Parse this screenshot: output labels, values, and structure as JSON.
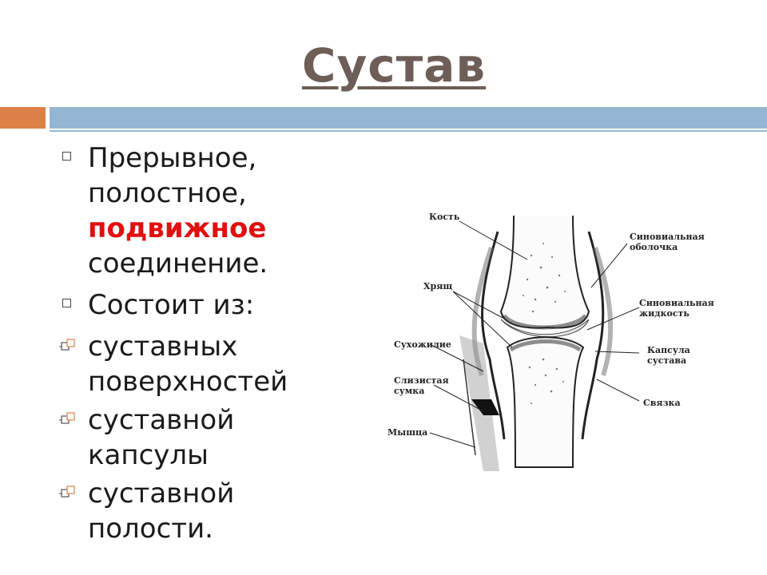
{
  "title": "Сустав",
  "bullets": [
    {
      "parts": [
        "Прерывное, полостное, ",
        "подвижное",
        " соединение."
      ]
    },
    {
      "text": "Состоит из:"
    }
  ],
  "sub_bullets": [
    {
      "text": "суставных поверхностей"
    },
    {
      "text": "суставной капсулы"
    },
    {
      "text": "суставной полости."
    }
  ],
  "diagram_labels": {
    "bone": "Кость",
    "cartilage": "Хрящ",
    "tendon": "Сухожилие",
    "bursa": "Слизистая сумка",
    "muscle": "Мышца",
    "synovial_membrane": "Синовиальная оболочка",
    "synovial_fluid": "Синовиальная жидкость",
    "capsule": "Капсула сустава",
    "ligament": "Связка"
  },
  "colors": {
    "accent_orange": "#dd8047",
    "accent_blue": "#94b6d2",
    "highlight": "#e0100f",
    "title": "#6e5e58"
  }
}
